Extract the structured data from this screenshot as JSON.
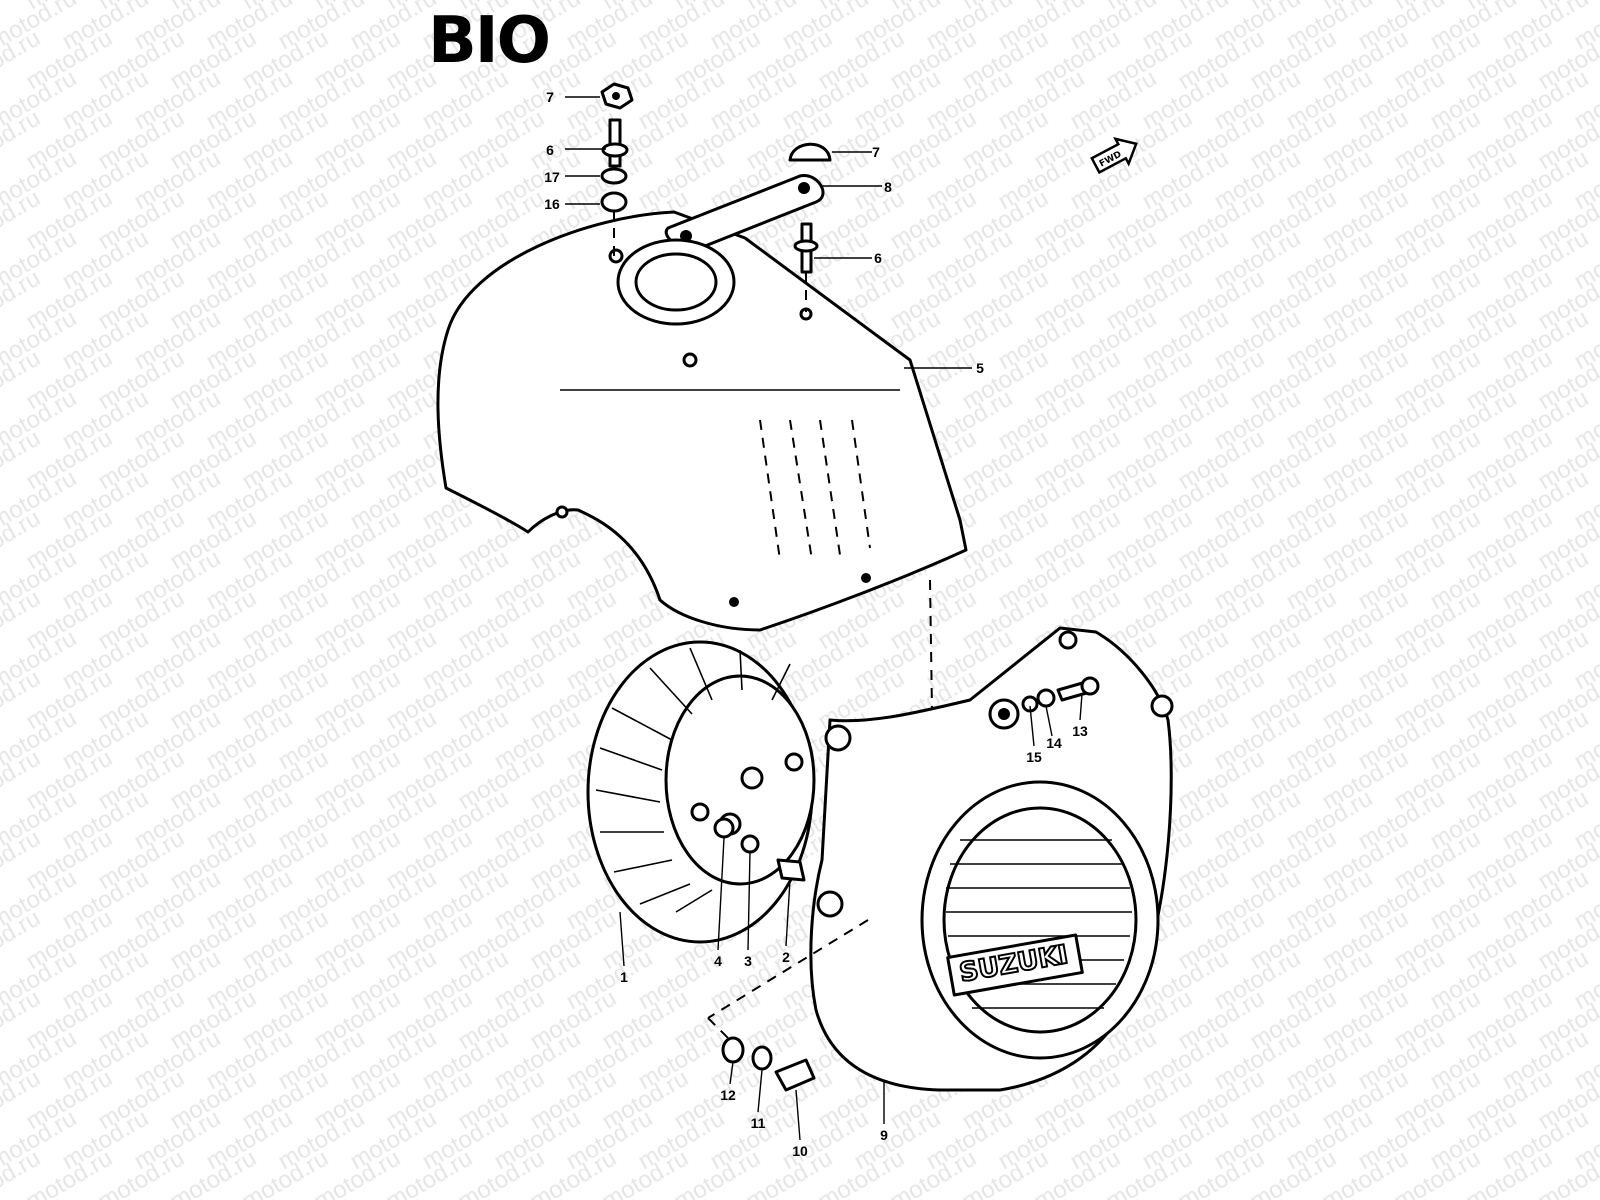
{
  "diagram": {
    "title": "BIO",
    "watermark": "motod.ru",
    "emblem_text": "SUZUKI",
    "fwd_text": "FWD",
    "callouts": [
      {
        "id": "c7a",
        "text": "7"
      },
      {
        "id": "c6a",
        "text": "6"
      },
      {
        "id": "c17",
        "text": "17"
      },
      {
        "id": "c16",
        "text": "16"
      },
      {
        "id": "c7b",
        "text": "7"
      },
      {
        "id": "c8",
        "text": "8"
      },
      {
        "id": "c6b",
        "text": "6"
      },
      {
        "id": "c5",
        "text": "5"
      },
      {
        "id": "c15",
        "text": "15"
      },
      {
        "id": "c14",
        "text": "14"
      },
      {
        "id": "c13",
        "text": "13"
      },
      {
        "id": "c1",
        "text": "1"
      },
      {
        "id": "c4",
        "text": "4"
      },
      {
        "id": "c3",
        "text": "3"
      },
      {
        "id": "c2",
        "text": "2"
      },
      {
        "id": "c12",
        "text": "12"
      },
      {
        "id": "c11",
        "text": "11"
      },
      {
        "id": "c10",
        "text": "10"
      },
      {
        "id": "c9",
        "text": "9"
      }
    ]
  }
}
